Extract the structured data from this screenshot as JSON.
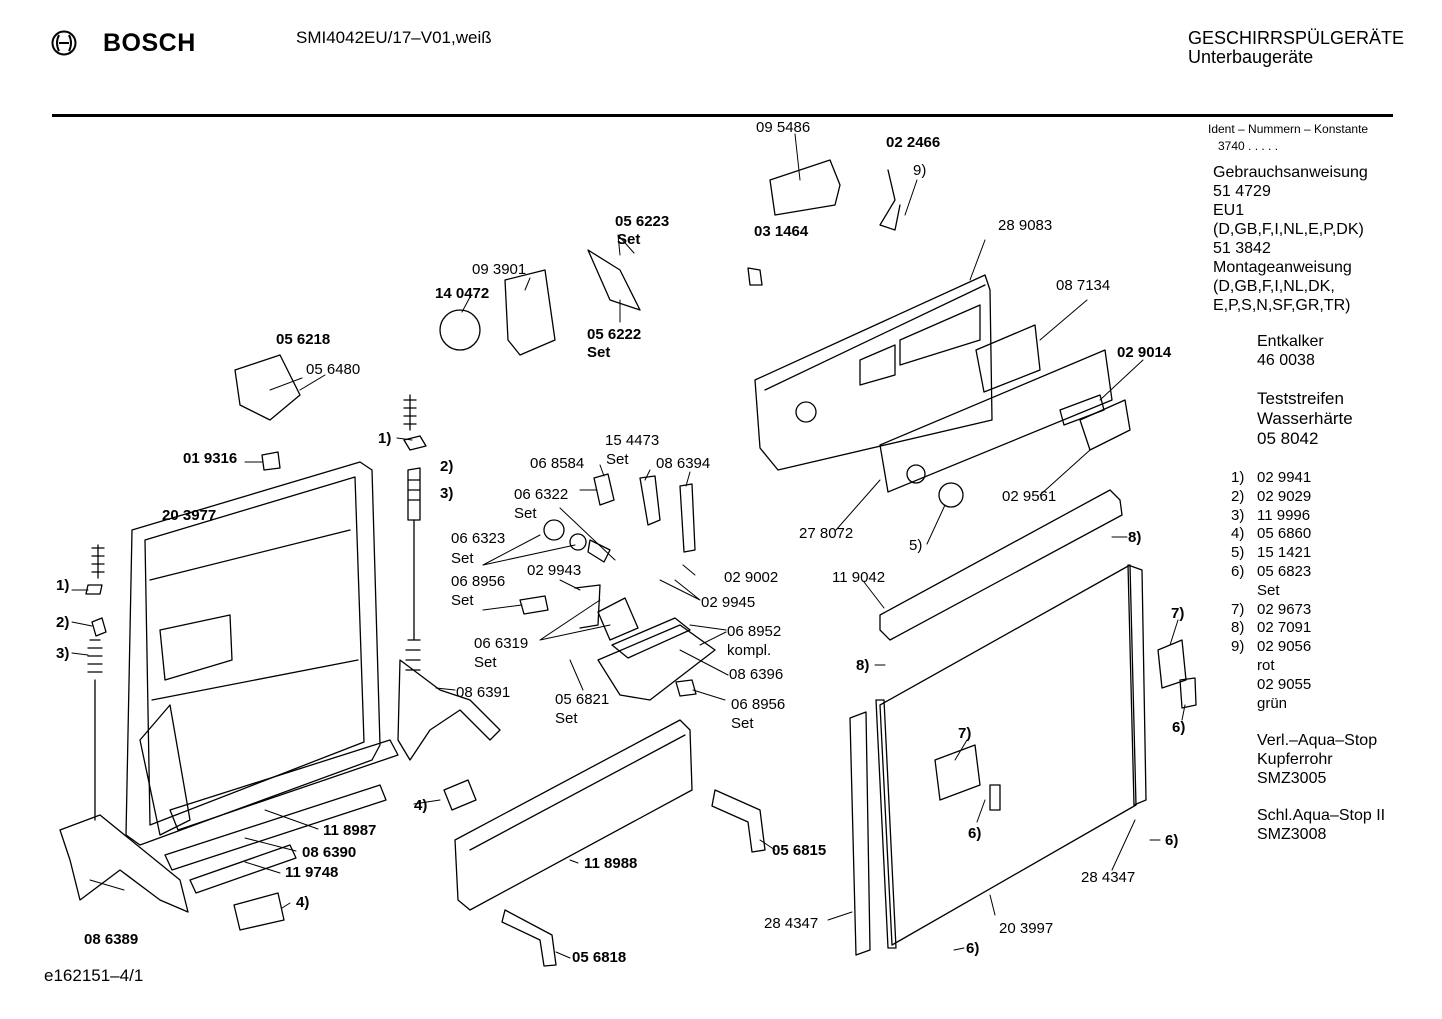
{
  "header": {
    "brand": "BOSCH",
    "model": "SMI4042EU/17–V01,weiß",
    "category_line1": "GESCHIRRSPÜLGERÄTE",
    "category_line2": "Unterbaugeräte"
  },
  "sidebar": {
    "ident_title": "Ident – Nummern – Konstante",
    "ident_value": "3740 . . . . .",
    "docs": [
      "Gebrauchsanweisung",
      "51 4729",
      "EU1",
      "(D,GB,F,I,NL,E,P,DK)",
      "51 3842",
      "Montageanweisung",
      "(D,GB,F,I,NL,DK,",
      "E,P,S,N,SF,GR,TR)"
    ],
    "descaler": [
      "Entkalker",
      "46 0038"
    ],
    "test_strips": [
      "Teststreifen",
      "Wasserhärte",
      "05 8042"
    ],
    "legend": [
      {
        "key": "1)",
        "value": "02 9941"
      },
      {
        "key": "2)",
        "value": "02 9029"
      },
      {
        "key": "3)",
        "value": "11 9996"
      },
      {
        "key": "4)",
        "value": "05 6860"
      },
      {
        "key": "5)",
        "value": "15 1421"
      },
      {
        "key": "6)",
        "value": "05 6823"
      },
      {
        "key": "",
        "value": "Set"
      },
      {
        "key": "7)",
        "value": "02 9673"
      },
      {
        "key": "8)",
        "value": "02 7091"
      },
      {
        "key": "9)",
        "value": "02 9056"
      },
      {
        "key": "",
        "value": "rot"
      },
      {
        "key": "",
        "value": "02 9055"
      },
      {
        "key": "",
        "value": "grün"
      }
    ],
    "aquastop1": [
      "Verl.–Aqua–Stop",
      "Kupferrohr",
      "SMZ3005"
    ],
    "aquastop2": [
      "Schl.Aqua–Stop II",
      "SMZ3008"
    ]
  },
  "parts": {
    "p095486": "09 5486",
    "p022466": "02 2466",
    "r9": "9)",
    "p031464": "03 1464",
    "p289083": "28 9083",
    "p087134": "08 7134",
    "p029014": "02 9014",
    "p056223": "05 6223",
    "set1": "Set",
    "p093901": "09 3901",
    "p140472": "14 0472",
    "p056222": "05 6222",
    "set2": "Set",
    "p056218": "05 6218",
    "p056480": "05 6480",
    "r1a": "1)",
    "r2a": "2)",
    "r3a": "3)",
    "p019316": "01 9316",
    "p203977": "20 3977",
    "r1b": "1)",
    "r2b": "2)",
    "r3b": "3)",
    "p154473": "15 4473",
    "set3": "Set",
    "p068584": "06 8584",
    "p086394": "08 6394",
    "p066322": "06 6322",
    "set4": "Set",
    "p066323": "06 6323",
    "set5": "Set",
    "p068956a": "06 8956",
    "set6": "Set",
    "p029943": "02 9943",
    "p029002": "02 9002",
    "p029945": "02 9945",
    "p066319": "06 6319",
    "set7": "Set",
    "p068952": "06 8952",
    "kompl": "kompl.",
    "p086396": "08 6396",
    "p056821": "05 6821",
    "set8": "Set",
    "p068956b": "06 8956",
    "set9": "Set",
    "p086391": "08 6391",
    "p278072": "27 8072",
    "r5": "5)",
    "p029561": "02 9561",
    "r8a": "8)",
    "p119042": "11 9042",
    "r8b": "8)",
    "r7a": "7)",
    "r6a": "6)",
    "r7b": "7)",
    "r6b": "6)",
    "r4a": "4)",
    "p118987": "11 8987",
    "p086390": "08 6390",
    "p119748": "11 9748",
    "r4b": "4)",
    "p086389": "08 6389",
    "p118988": "11 8988",
    "p056815": "05 6815",
    "p056818": "05 6818",
    "p284347a": "28 4347",
    "p203997": "20 3997",
    "p284347b": "28 4347",
    "r6c": "6)",
    "r6d": "6)"
  },
  "footer": {
    "code": "e162151–4/1"
  }
}
